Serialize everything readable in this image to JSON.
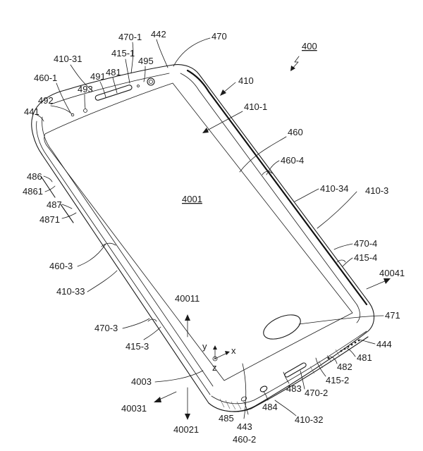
{
  "figure": {
    "main_ref": "400",
    "labels": {
      "l410_31": "410-31",
      "l470_1": "470-1",
      "l442": "442",
      "l415_1": "415-1",
      "l495": "495",
      "l470": "470",
      "l400": "400",
      "l481a": "481",
      "l491": "491",
      "l493": "493",
      "l460_1": "460-1",
      "l492": "492",
      "l410": "410",
      "l441": "441",
      "l410_1": "410-1",
      "l460": "460",
      "l460_4": "460-4",
      "l486": "486",
      "l4861": "4861",
      "l410_34": "410-34",
      "l410_3": "410-3",
      "l4001": "4001",
      "l487": "487",
      "l4871": "4871",
      "l470_4": "470-4",
      "l415_4": "415-4",
      "l460_3": "460-3",
      "l40041": "40041",
      "l410_33": "410-33",
      "l40011": "40011",
      "l471": "471",
      "l470_3": "470-3",
      "l415_3": "415-3",
      "l444": "444",
      "l482": "482",
      "l481b": "481",
      "l4003": "4003",
      "l415_2": "415-2",
      "l470_2": "470-2",
      "l483": "483",
      "l40031": "40031",
      "l484": "484",
      "l485": "485",
      "l443": "443",
      "l410_32": "410-32",
      "l40021": "40021",
      "l460_2": "460-2"
    },
    "axes": {
      "x": "x",
      "y": "y",
      "z": "z"
    }
  }
}
